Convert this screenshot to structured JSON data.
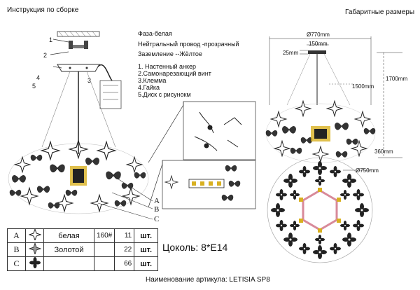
{
  "header": {
    "left_title": "Инструкция по сборке",
    "right_title": "Габаритные размеры"
  },
  "wiring": {
    "phase": "Фаза-белая",
    "neutral": "Нейтральный провод -прозрачный",
    "ground": "Заземление --Жёлтое"
  },
  "parts": [
    "1. Настенный анкер",
    "2.Самонарезающий винт",
    "3.Клемма",
    "4.Гайка",
    "5.Диск с рисунокм"
  ],
  "callouts": [
    "1",
    "2",
    "3",
    "4",
    "5"
  ],
  "section_labels": [
    "A",
    "B",
    "C"
  ],
  "dimensions": {
    "outer_diameter": "Ø770mm",
    "canopy_width": "150mm",
    "canopy_height": "25mm",
    "total_height": "1700mm",
    "cable_length": "1500mm",
    "body_height": "360mm",
    "bottom_diameter": "Ø750mm"
  },
  "spec_table": {
    "rows": [
      {
        "letter": "A",
        "icon": "star-crystal-icon",
        "name": "белая",
        "code": "160#",
        "qty": "11",
        "unit": "шт."
      },
      {
        "letter": "B",
        "icon": "star-gold-icon",
        "name": "Золотой",
        "code": "",
        "qty": "22",
        "unit": "шт."
      },
      {
        "letter": "C",
        "icon": "flower-icon",
        "name": "",
        "code": "",
        "qty": "66",
        "unit": "шт."
      }
    ]
  },
  "socket": "Цоколь:  8*E14",
  "article": "Наименование артикула: LETISIA SP8",
  "colors": {
    "line": "#333333",
    "gold": "#d8b020",
    "pink": "#d88a9a"
  }
}
